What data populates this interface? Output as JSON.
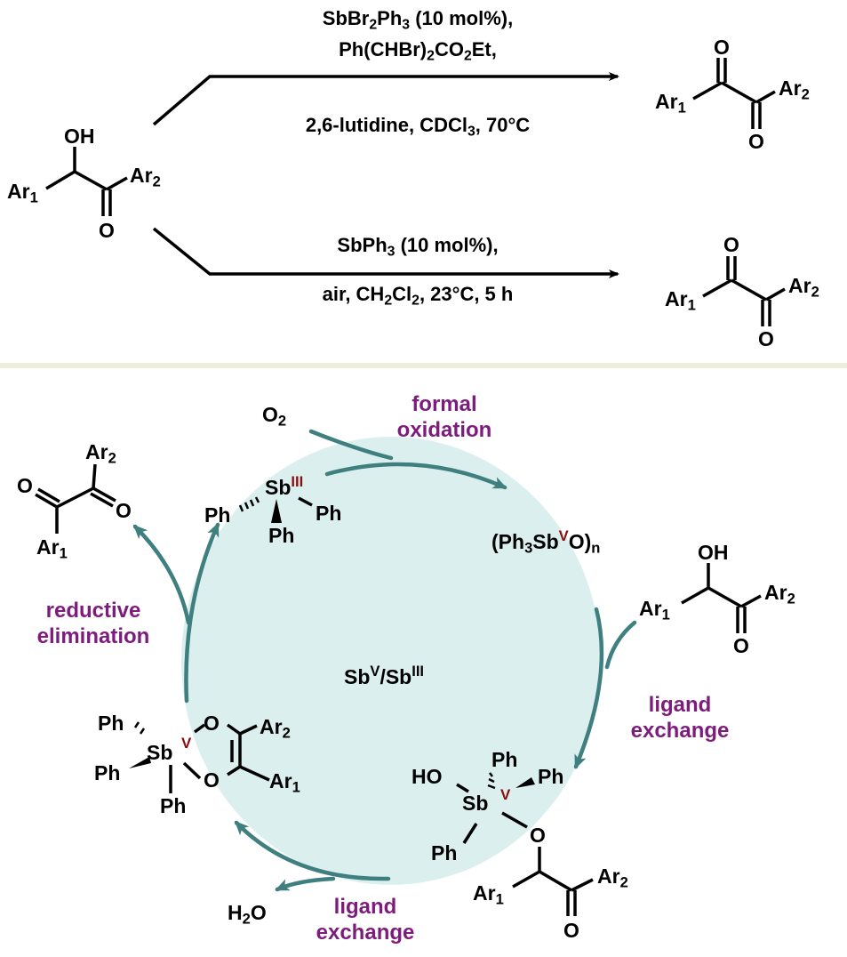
{
  "colors": {
    "arrow_teal": "#3f7f7f",
    "cycle_fill": "#dcefef",
    "step_label_purple": "#7d1c7d",
    "oxidation_state_red": "#8b0e0e",
    "separator": "#eeeedd"
  },
  "top_scheme": {
    "substrate": {
      "oh": "OH",
      "ar1": "Ar",
      "ar1_sub": "1",
      "ar2": "Ar",
      "ar2_sub": "2",
      "o": "O"
    },
    "route_1": {
      "line1": {
        "a": "SbBr",
        "a_sub": "2",
        "b": "Ph",
        "b_sub": "3",
        "c": " (10 mol%),"
      },
      "line2": {
        "a": "Ph(CHBr)",
        "a_sub": "2",
        "b": "CO",
        "b_sub": "2",
        "c": "Et,"
      },
      "line3": {
        "a": "2,6-lutidine, CDCl",
        "a_sub": "3",
        "c": ", 70°C"
      },
      "product": {
        "ar1": "Ar",
        "ar1_sub": "1",
        "ar2": "Ar",
        "ar2_sub": "2",
        "o_top": "O",
        "o_bottom": "O"
      }
    },
    "route_2": {
      "line1": {
        "a": "SbPh",
        "a_sub": "3",
        "c": " (10  mol%),"
      },
      "line2": {
        "a": "air, CH",
        "a_sub": "2",
        "b": "Cl",
        "b_sub": "2",
        "c": ", 23°C, 5 h"
      },
      "product": {
        "ar1": "Ar",
        "ar1_sub": "1",
        "ar2": "Ar",
        "ar2_sub": "2",
        "o_top": "O",
        "o_bottom": "O"
      }
    }
  },
  "cycle": {
    "center": {
      "a": "Sb",
      "a_sup": "V",
      "b": "/Sb",
      "b_sup": "III"
    },
    "steps": {
      "formal_oxidation": [
        "formal",
        "oxidation"
      ],
      "ligand_exchange_right": [
        "ligand",
        "exchange"
      ],
      "ligand_exchange_bottom": [
        "ligand",
        "exchange"
      ],
      "reductive_elimination": [
        "reductive",
        "elimination"
      ]
    },
    "reagents": {
      "o2": {
        "a": "O",
        "a_sub": "2"
      },
      "h2o": {
        "a": "H",
        "a_sub": "2",
        "b": "O"
      }
    },
    "species": {
      "sb3": {
        "sb": "Sb",
        "ox": "III",
        "ph": "Ph"
      },
      "sb5_oxide": {
        "a": "(Ph",
        "a_sub": "3",
        "b": "Sb",
        "ox": "V",
        "c": "O)",
        "c_sub": "n"
      },
      "substrate": {
        "oh": "OH",
        "ar1": "Ar",
        "ar1_sub": "1",
        "ar2": "Ar",
        "ar2_sub": "2",
        "o": "O"
      },
      "sb5_alkoxide": {
        "ho": "HO",
        "sb": "Sb",
        "ox": "V",
        "ph": "Ph",
        "o": "O",
        "ar1": "Ar",
        "ar1_sub": "1",
        "ar2": "Ar",
        "ar2_sub": "2",
        "co": "O"
      },
      "sb5_enediolate": {
        "sb": "Sb",
        "ox": "V",
        "ph": "Ph",
        "o": "O",
        "ar1": "Ar",
        "ar1_sub": "1",
        "ar2": "Ar",
        "ar2_sub": "2"
      },
      "product": {
        "ar1": "Ar",
        "ar1_sub": "1",
        "ar2": "Ar",
        "ar2_sub": "2",
        "o": "O"
      }
    }
  }
}
